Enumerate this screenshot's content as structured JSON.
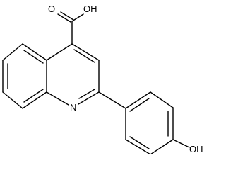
{
  "molecule": {
    "atoms": {
      "carboxyl_oxygen": "O",
      "carboxyl_hydroxyl": "OH",
      "ring_nitrogen": "N",
      "phenol_hydroxyl": "OH"
    }
  }
}
